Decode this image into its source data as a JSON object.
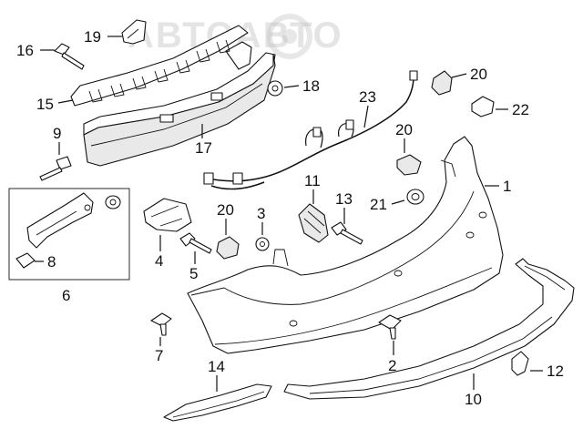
{
  "watermark": {
    "text": "АВТОАВТО"
  },
  "colors": {
    "line": "#111111",
    "background": "#ffffff",
    "watermark": "#cfcfcf"
  },
  "callouts": [
    {
      "id": "c1",
      "label": "1"
    },
    {
      "id": "c2",
      "label": "2"
    },
    {
      "id": "c3",
      "label": "3"
    },
    {
      "id": "c4",
      "label": "4"
    },
    {
      "id": "c5",
      "label": "5"
    },
    {
      "id": "c6",
      "label": "6"
    },
    {
      "id": "c7",
      "label": "7"
    },
    {
      "id": "c8",
      "label": "8"
    },
    {
      "id": "c9",
      "label": "9"
    },
    {
      "id": "c10",
      "label": "10"
    },
    {
      "id": "c11",
      "label": "11"
    },
    {
      "id": "c12",
      "label": "12"
    },
    {
      "id": "c13",
      "label": "13"
    },
    {
      "id": "c14",
      "label": "14"
    },
    {
      "id": "c15",
      "label": "15"
    },
    {
      "id": "c16",
      "label": "16"
    },
    {
      "id": "c17",
      "label": "17"
    },
    {
      "id": "c18",
      "label": "18"
    },
    {
      "id": "c19",
      "label": "19"
    },
    {
      "id": "c20a",
      "label": "20"
    },
    {
      "id": "c20b",
      "label": "20"
    },
    {
      "id": "c20c",
      "label": "20"
    },
    {
      "id": "c21",
      "label": "21"
    },
    {
      "id": "c22",
      "label": "22"
    },
    {
      "id": "c23",
      "label": "23"
    }
  ]
}
